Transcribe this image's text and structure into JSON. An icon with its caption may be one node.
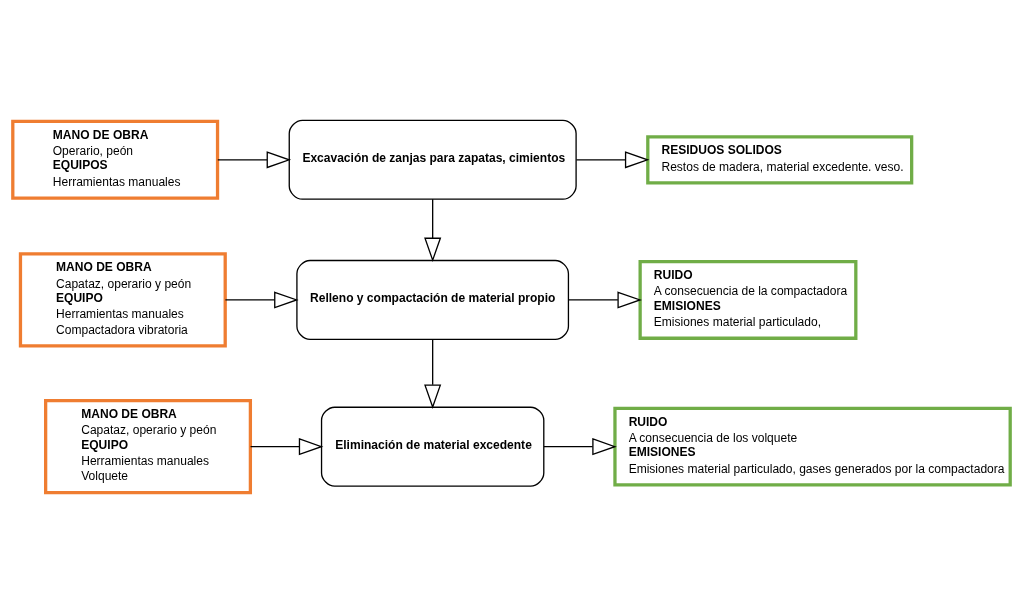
{
  "diagram": {
    "nodes": [
      {
        "text": [
          "MANO DE OBRA",
          "Operario, peón",
          "EQUIPOS",
          "Herramientas manuales"
        ]
      },
      {
        "text": [
          "Excavación de zanjas para zapatas, cimientos"
        ]
      },
      {
        "text": [
          "RESIDUOS SOLIDOS",
          "Restos de madera, material excedente. veso."
        ]
      },
      {
        "text": [
          "MANO DE OBRA",
          "Capataz, operario y peón",
          "EQUIPO",
          "Herramientas manuales",
          "Compactadora vibratoria"
        ]
      },
      {
        "text": [
          "Relleno y compactación de material propio"
        ]
      },
      {
        "text": [
          "RUIDO",
          "A consecuencia de la compactadora",
          "EMISIONES",
          "Emisiones material particulado,"
        ]
      },
      {
        "text": [
          "MANO DE OBRA",
          "Capataz, operario y peón",
          "EQUIPO",
          "Herramientas manuales",
          "Volquete"
        ]
      },
      {
        "text": [
          "Eliminación de material excedente"
        ]
      },
      {
        "text": [
          "RUIDO",
          "A consecuencia de los volquete",
          "EMISIONES",
          "Emisiones material particulado, gases generados por la compactadora"
        ]
      }
    ],
    "edges": [
      {
        "from": 0,
        "to": 1,
        "arrow": "to"
      },
      {
        "from": 1,
        "to": 2,
        "arrow": "to"
      },
      {
        "from": 1,
        "to": 4,
        "arrow": "to"
      },
      {
        "from": 3,
        "to": 4,
        "arrow": "to"
      },
      {
        "from": 4,
        "to": 5,
        "arrow": "to"
      },
      {
        "from": 4,
        "to": 7,
        "arrow": "to"
      },
      {
        "from": 6,
        "to": 7,
        "arrow": "to"
      },
      {
        "from": 7,
        "to": 8,
        "arrow": "to"
      }
    ]
  }
}
